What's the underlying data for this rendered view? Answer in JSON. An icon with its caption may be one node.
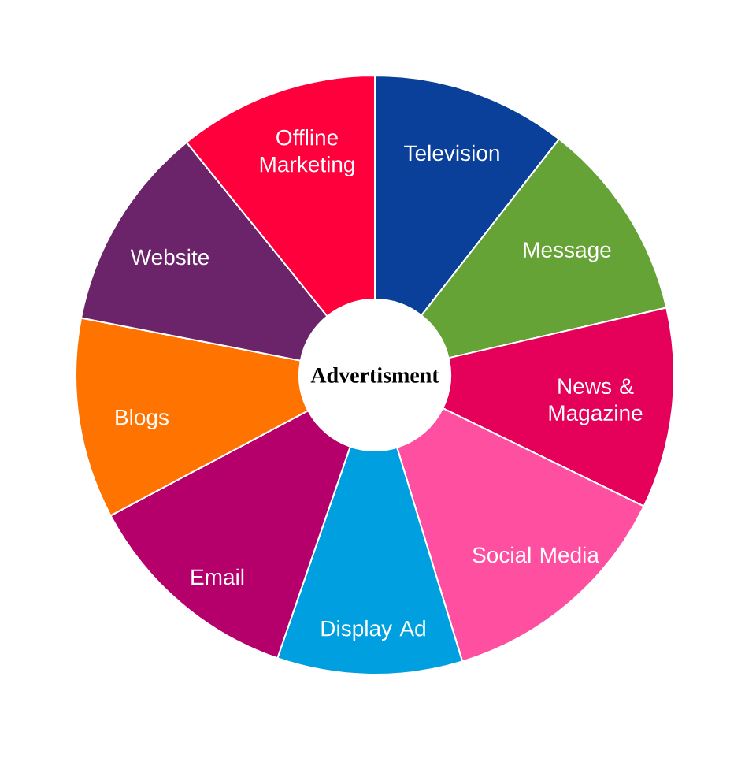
{
  "diagram": {
    "nodes": [
      {
        "text": [
          "Television"
        ]
      },
      {
        "text": [
          "Message"
        ]
      },
      {
        "text": [
          "News & Magazine"
        ]
      },
      {
        "text": [
          "Social Media"
        ]
      },
      {
        "text": [
          "Display Ad"
        ]
      },
      {
        "text": [
          "Email"
        ]
      },
      {
        "text": [
          "Blogs"
        ]
      },
      {
        "text": [
          "Website"
        ]
      },
      {
        "text": [
          "Offline Marketing"
        ]
      },
      {
        "text": [
          "Advertisment"
        ]
      }
    ]
  }
}
